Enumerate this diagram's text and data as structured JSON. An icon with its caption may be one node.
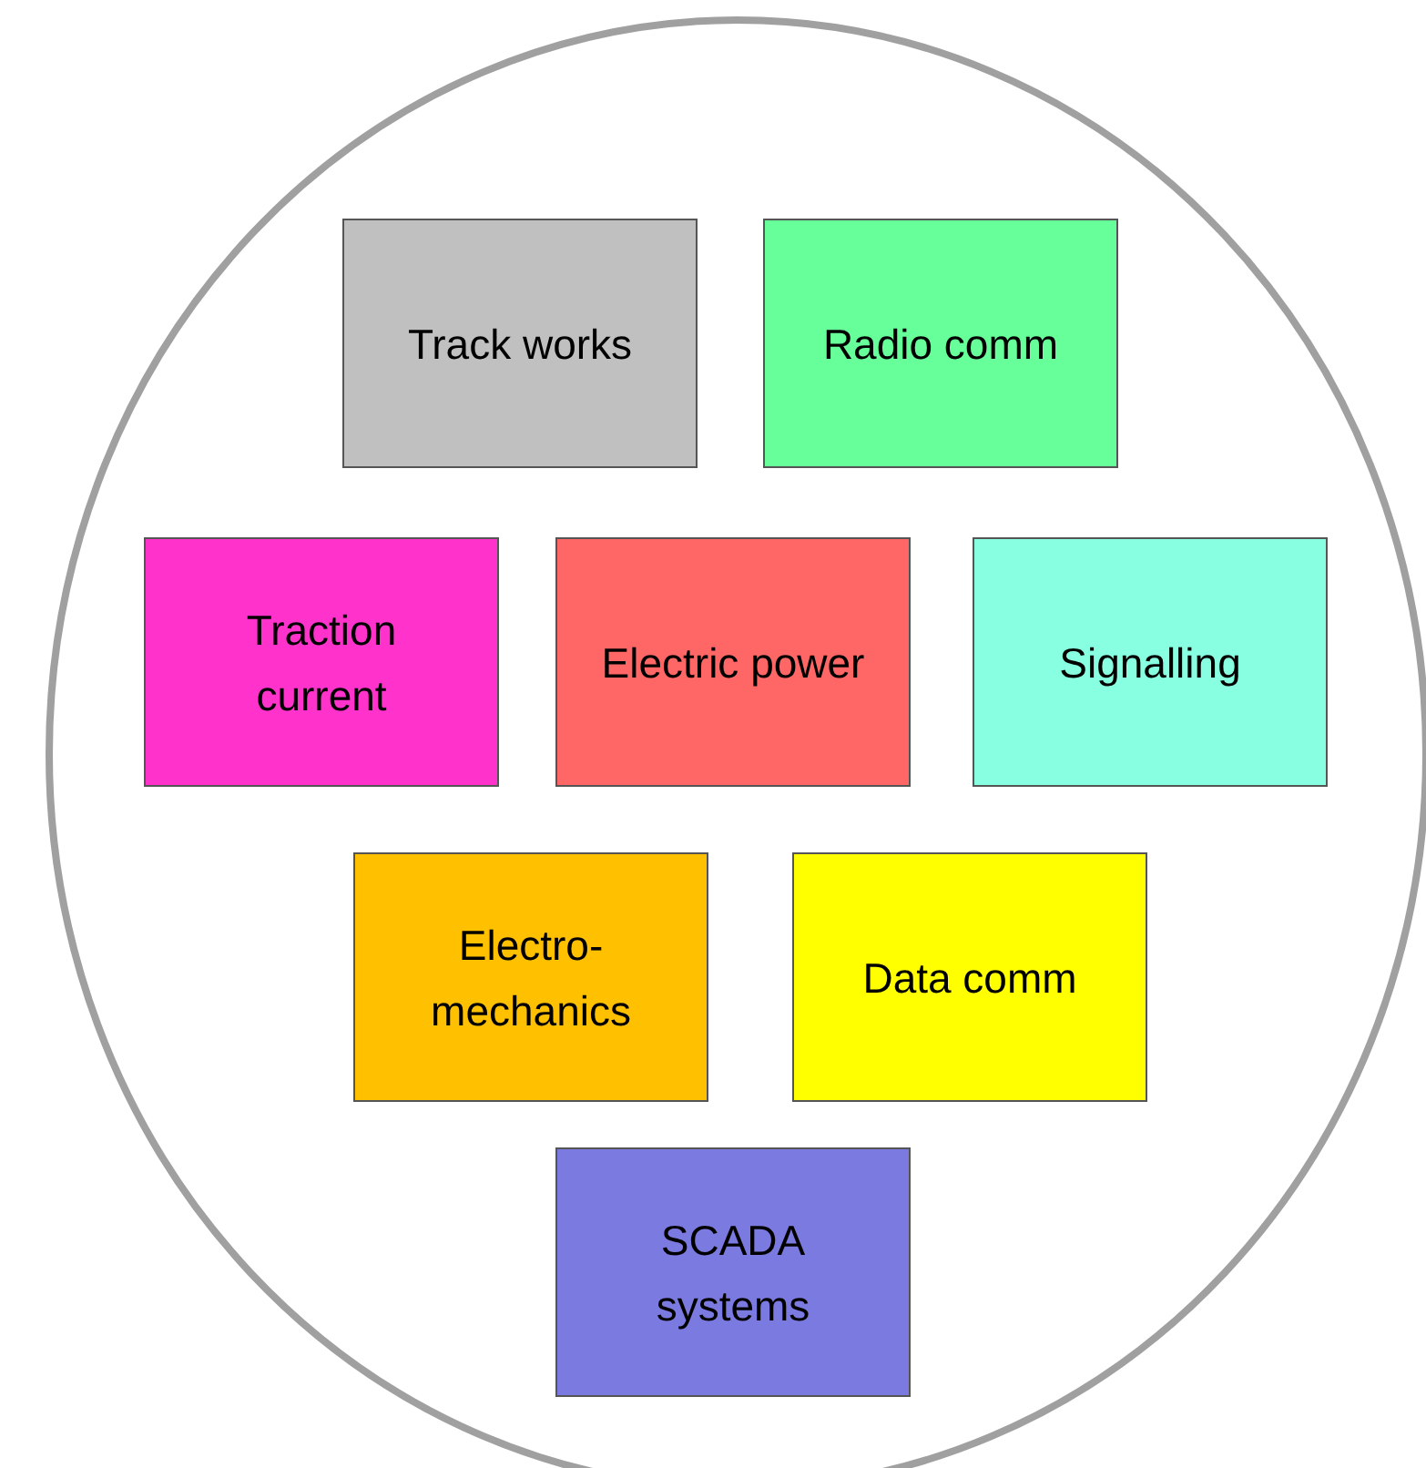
{
  "diagram": {
    "nodes": [
      {
        "text": [],
        "shape": "circle"
      },
      {
        "text": [
          "Track works"
        ],
        "in": 0
      },
      {
        "text": [
          "Radio comm"
        ],
        "in": 0
      },
      {
        "text": [
          "Traction current"
        ],
        "in": 0
      },
      {
        "text": [
          "Electric power"
        ],
        "in": 0
      },
      {
        "text": [
          "Signalling"
        ],
        "in": 0
      },
      {
        "text": [
          "Electro- mechanics"
        ],
        "in": 0
      },
      {
        "text": [
          "Data comm"
        ],
        "in": 0
      },
      {
        "text": [
          "SCADA systems"
        ],
        "in": 0
      }
    ]
  }
}
